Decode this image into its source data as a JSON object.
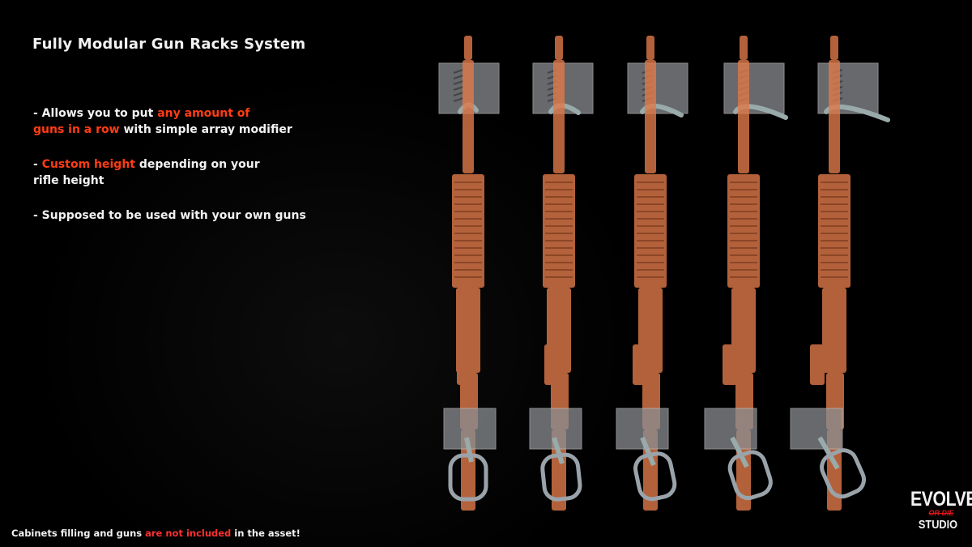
{
  "title": "Fully Modular Gun Racks System",
  "bullets": [
    {
      "parts": [
        "- Allows you to put ",
        "any amount of",
        "guns in a row",
        " with simple array modifier"
      ]
    },
    {
      "parts": [
        "- ",
        "Custom height",
        " depending on your",
        "rifle height"
      ]
    },
    {
      "parts": [
        "- Supposed to be used with your own guns"
      ]
    }
  ],
  "footer": {
    "before": "Cabinets filling and guns ",
    "highlight": "are not included",
    "after": " in the asset!"
  },
  "logo": {
    "line1": "EVOLVE",
    "line2": "OR DIE",
    "line3": "STUDIO"
  },
  "colors": {
    "accent": "#ff3c14",
    "gun": "#e07a4a",
    "rack": "#8a8d92",
    "background": "#000000"
  }
}
